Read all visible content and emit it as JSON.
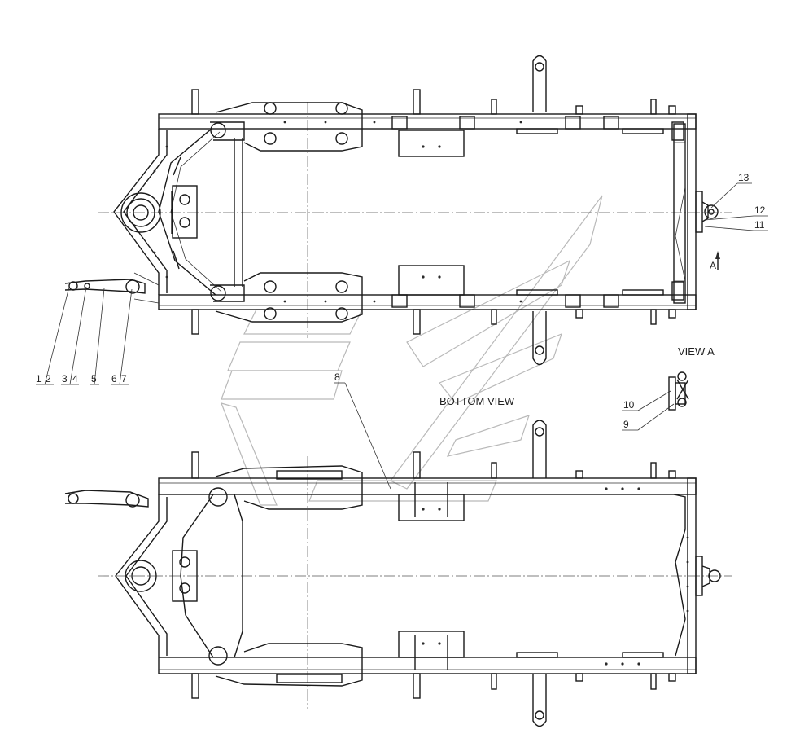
{
  "labels": {
    "view_a": "VIEW A",
    "bottom_view": "BOTTOM VIEW",
    "arrow_a": "A"
  },
  "callouts": [
    {
      "id": "1",
      "text": "1"
    },
    {
      "id": "2",
      "text": "2"
    },
    {
      "id": "3",
      "text": "3"
    },
    {
      "id": "4",
      "text": "4"
    },
    {
      "id": "5",
      "text": "5"
    },
    {
      "id": "6",
      "text": "6"
    },
    {
      "id": "7",
      "text": "7"
    },
    {
      "id": "8",
      "text": "8"
    },
    {
      "id": "9",
      "text": "9"
    },
    {
      "id": "10",
      "text": "10"
    },
    {
      "id": "11",
      "text": "11"
    },
    {
      "id": "12",
      "text": "12"
    },
    {
      "id": "13",
      "text": "13"
    }
  ]
}
